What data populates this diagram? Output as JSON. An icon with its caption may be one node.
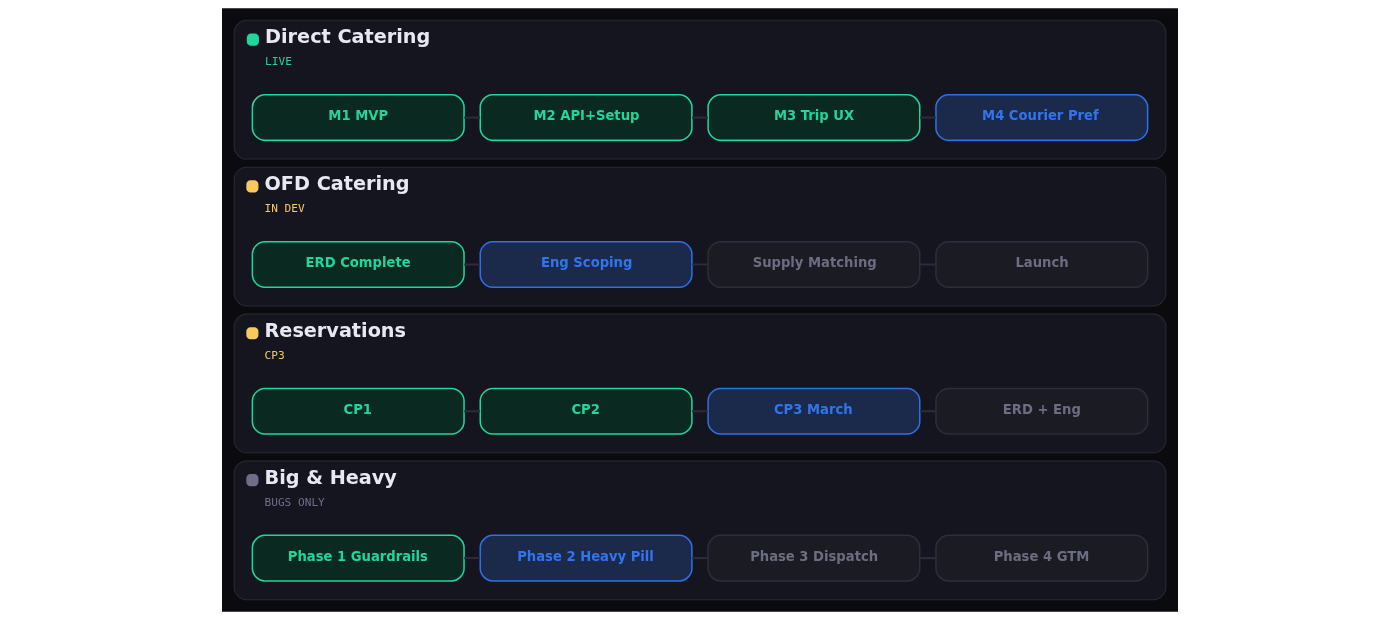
{
  "diagram": {
    "nodes": [
      {
        "text": [
          "Direct Catering",
          "LIVE"
        ]
      },
      {
        "text": [
          "M1 MVP"
        ],
        "in": 0
      },
      {
        "text": [
          "M2 API+Setup"
        ],
        "in": 0
      },
      {
        "text": [
          "M3 Trip UX"
        ],
        "in": 0
      },
      {
        "text": [
          "M4 Courier Pref"
        ],
        "in": 0
      },
      {
        "text": [
          "OFD Catering",
          "IN DEV"
        ]
      },
      {
        "text": [
          "ERD Complete"
        ],
        "in": 5
      },
      {
        "text": [
          "Eng Scoping"
        ],
        "in": 5
      },
      {
        "text": [
          "Supply Matching"
        ],
        "in": 5
      },
      {
        "text": [
          "Launch"
        ],
        "in": 5
      },
      {
        "text": [
          "Reservations",
          "CP3"
        ]
      },
      {
        "text": [
          "CP1"
        ],
        "in": 10
      },
      {
        "text": [
          "CP2"
        ],
        "in": 10
      },
      {
        "text": [
          "CP3 March"
        ],
        "in": 10
      },
      {
        "text": [
          "ERD + Eng"
        ],
        "in": 10
      },
      {
        "text": [
          "Big & Heavy",
          "BUGS ONLY"
        ]
      },
      {
        "text": [
          "Phase 1 Guardrails"
        ],
        "in": 15
      },
      {
        "text": [
          "Phase 2 Heavy Pill"
        ],
        "in": 15
      },
      {
        "text": [
          "Phase 3 Dispatch"
        ],
        "in": 15
      },
      {
        "text": [
          "Phase 4 GTM"
        ],
        "in": 15
      }
    ],
    "edges": [
      {
        "from": 1,
        "to": 2,
        "arrow": "none"
      },
      {
        "from": 2,
        "to": 3,
        "arrow": "none"
      },
      {
        "from": 3,
        "to": 4,
        "arrow": "none"
      },
      {
        "from": 6,
        "to": 7,
        "arrow": "none"
      },
      {
        "from": 7,
        "to": 8,
        "arrow": "none"
      },
      {
        "from": 8,
        "to": 9,
        "arrow": "none"
      },
      {
        "from": 11,
        "to": 12,
        "arrow": "none"
      },
      {
        "from": 12,
        "to": 13,
        "arrow": "none"
      },
      {
        "from": 13,
        "to": 14,
        "arrow": "none"
      },
      {
        "from": 16,
        "to": 17,
        "arrow": "none"
      },
      {
        "from": 17,
        "to": 18,
        "arrow": "none"
      },
      {
        "from": 18,
        "to": 19,
        "arrow": "none"
      }
    ]
  }
}
